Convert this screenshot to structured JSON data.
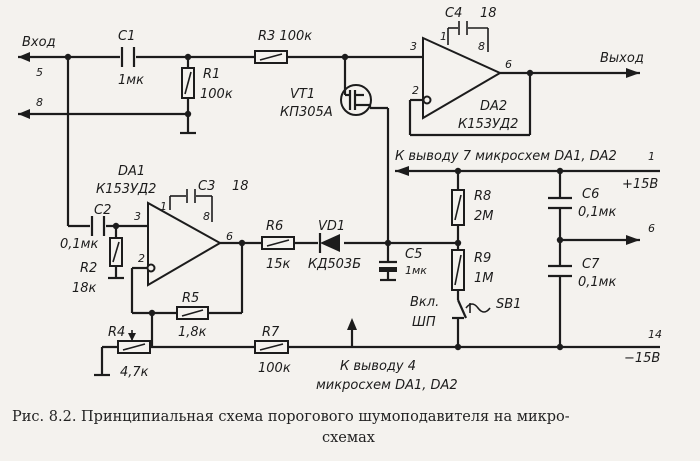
{
  "signals": {
    "input": "Вход",
    "output": "Выход",
    "plus_supply": "+15В",
    "minus_supply": "−15В",
    "k_vyvodu_7": "К выводу 7 микросхем DA1, DA2",
    "k_vyvodu_4_a": "К выводу  4",
    "k_vyvodu_4_b": "микросхем DA1, DA2",
    "switch_label_a": "Вкл.",
    "switch_label_b": "ШП"
  },
  "terminals": {
    "t5": "5",
    "t8": "8",
    "t1": "1",
    "t6": "6",
    "t14": "14"
  },
  "components": {
    "c1": {
      "ref": "C1",
      "value": "1мк"
    },
    "r1": {
      "ref": "R1",
      "value": "100к"
    },
    "r3": {
      "ref": "R3 100к"
    },
    "c4": {
      "ref": "C4",
      "value": "18"
    },
    "vt1": {
      "ref": "VT1",
      "value": "КП305А"
    },
    "da2": {
      "ref": "DA2",
      "value": "К153УД2"
    },
    "da1": {
      "ref": "DA1",
      "value": "К153УД2"
    },
    "c3": {
      "ref": "C3",
      "value": "18"
    },
    "c2": {
      "ref": "C2",
      "value": "0,1мк"
    },
    "r2": {
      "ref": "R2",
      "value": "18к"
    },
    "r6": {
      "ref": "R6",
      "value": "15к"
    },
    "vd1": {
      "ref": "VD1",
      "value": "КД503Б"
    },
    "c5": {
      "ref": "C5",
      "value": "1мк"
    },
    "r8": {
      "ref": "R8",
      "value": "2М"
    },
    "r9": {
      "ref": "R9",
      "value": "1М"
    },
    "sb1": {
      "ref": "SB1"
    },
    "c6": {
      "ref": "C6",
      "value": "0,1мк"
    },
    "c7": {
      "ref": "C7",
      "value": "0,1мк"
    },
    "r5": {
      "ref": "R5",
      "value": "1,8к"
    },
    "r4": {
      "ref": "R4",
      "value": "4,7к"
    },
    "r7": {
      "ref": "R7",
      "value": "100к"
    }
  },
  "pins": {
    "da2_p3": "3",
    "da2_p1": "1",
    "da2_p8": "8",
    "da2_p6": "6",
    "da2_p2": "2",
    "da1_p3": "3",
    "da1_p1": "1",
    "da1_p8": "8",
    "da1_p6": "6",
    "da1_p2": "2"
  },
  "caption": {
    "line1": "Рис. 8.2. Принципиальная схема порогового шумоподавителя на микро-",
    "line2": "схемах"
  }
}
